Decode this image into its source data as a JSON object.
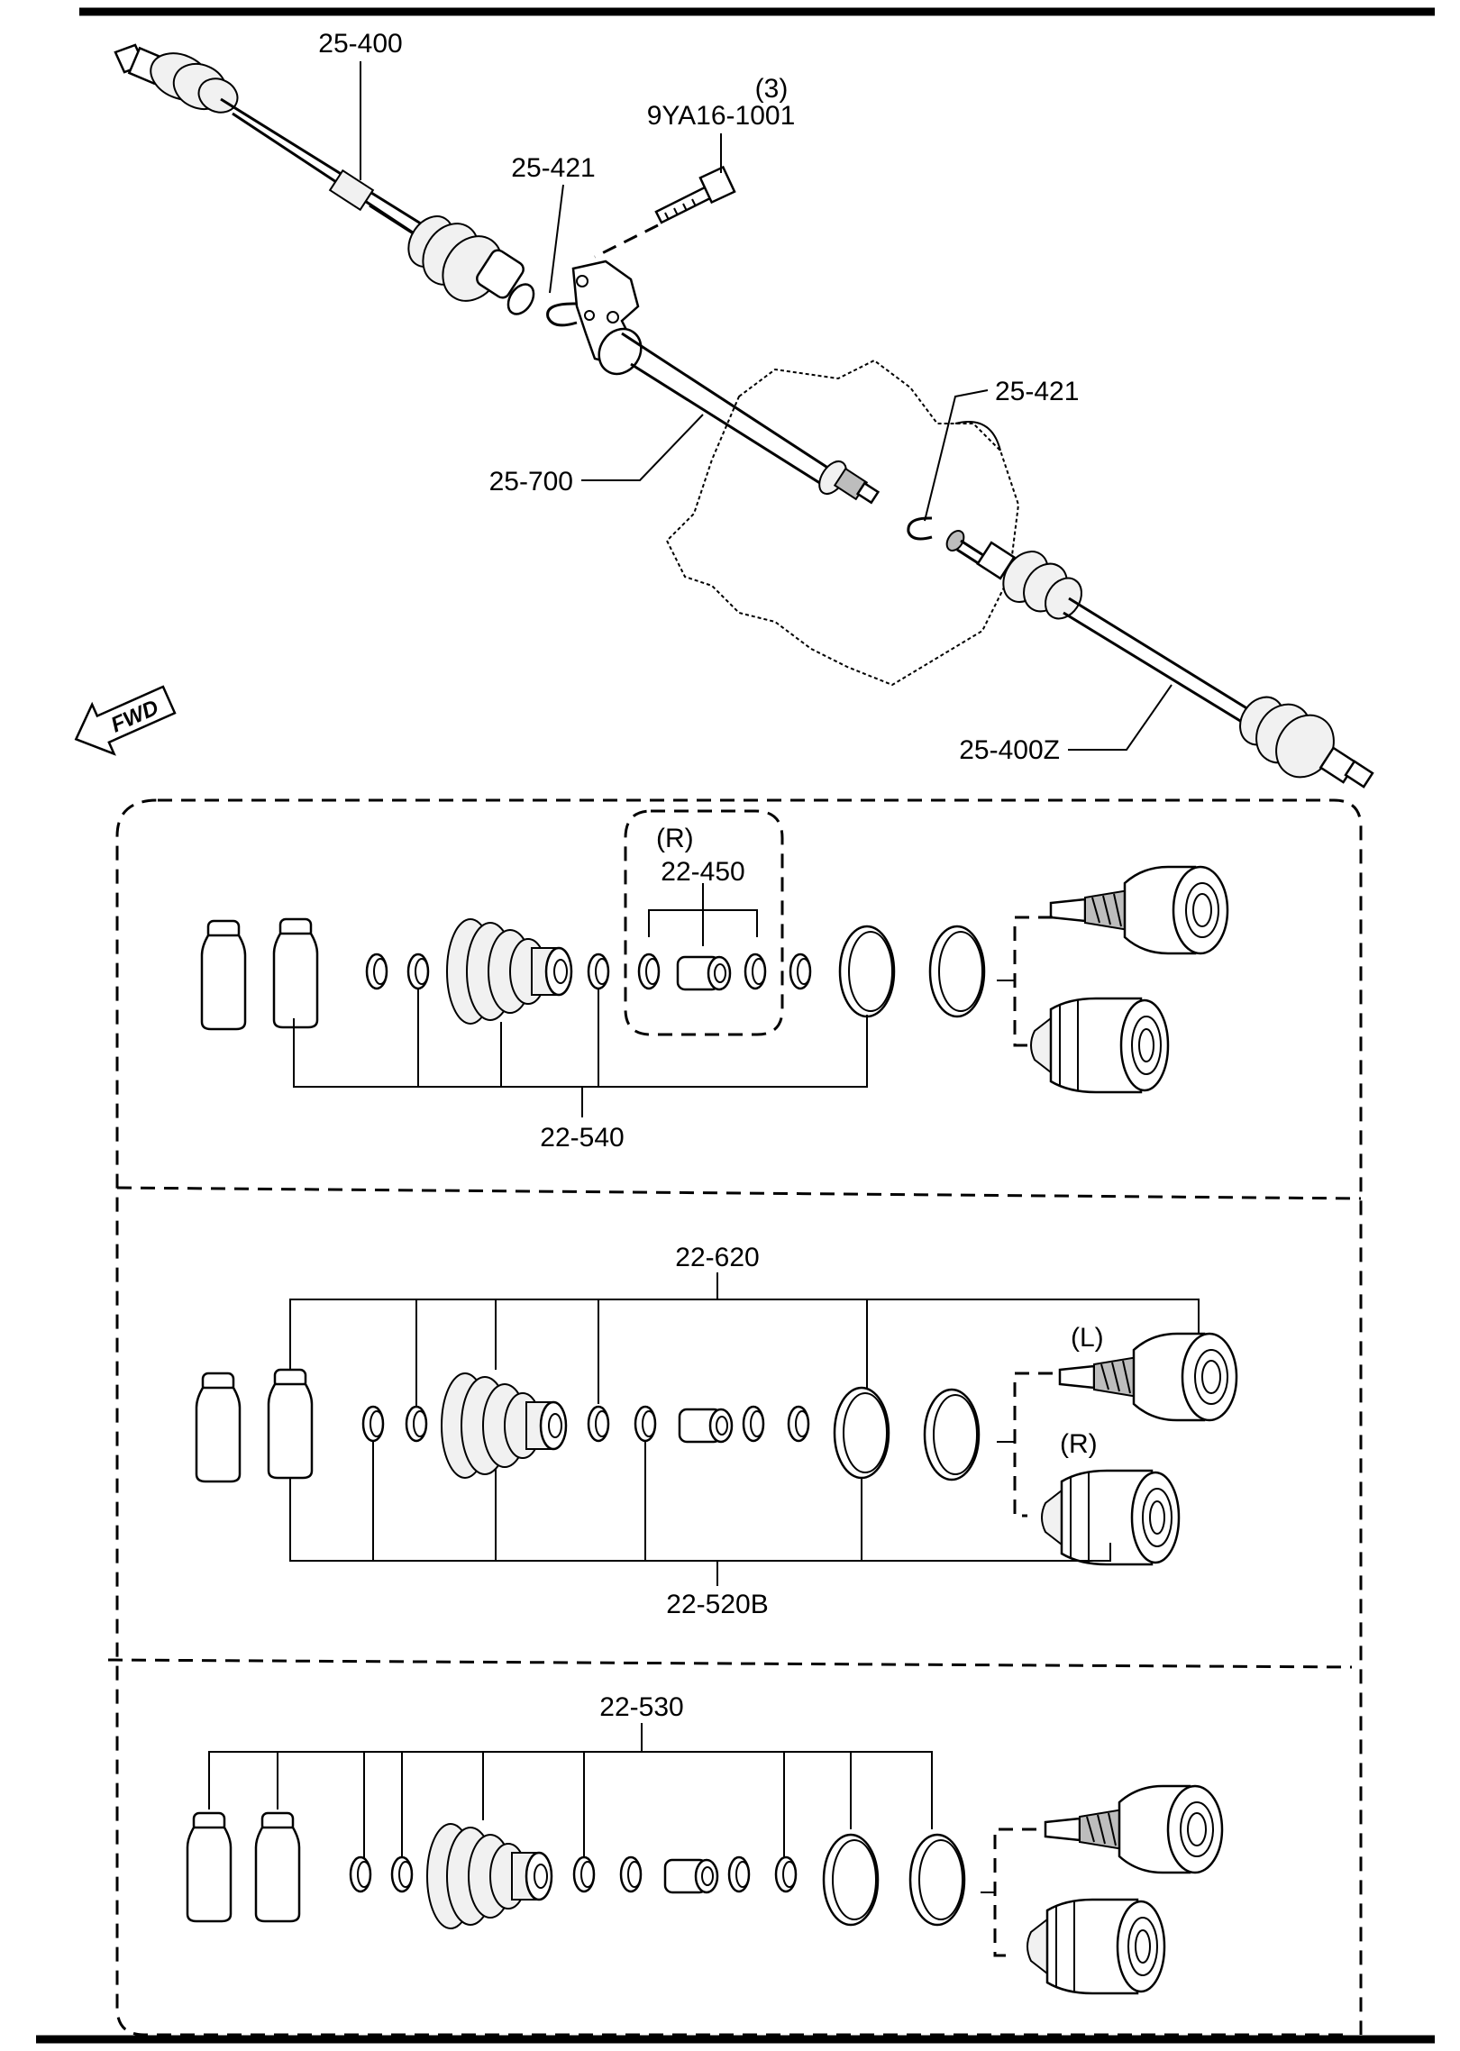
{
  "labels": {
    "front_halfshaft": "25-400",
    "bolt_qty": "(3)",
    "bolt_part": "9YA16-1001",
    "clip_left": "25-421",
    "clip_right": "25-421",
    "intermediate_shaft": "25-700",
    "rear_halfshaft": "25-400Z",
    "fwd_arrow": "FWD"
  },
  "kit_panel_1": {
    "variant_tag": "(R)",
    "sub_kit": "22-450",
    "kit": "22-540"
  },
  "kit_panel_2": {
    "kit_top": "22-620",
    "variant_left": "(L)",
    "variant_right": "(R)",
    "kit_bottom": "22-520B"
  },
  "kit_panel_3": {
    "kit": "22-530"
  }
}
